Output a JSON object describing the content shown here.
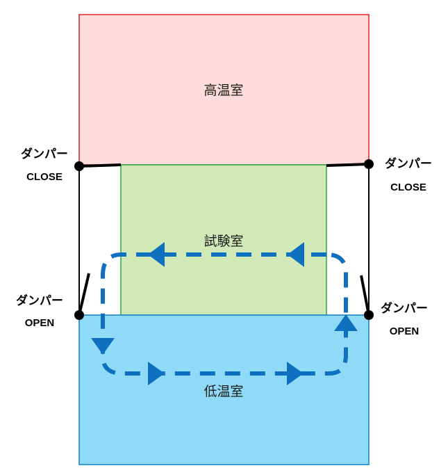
{
  "rooms": {
    "high_temp": {
      "label": "高温室",
      "fill": "#ffdcdc",
      "stroke": "#e02020"
    },
    "test": {
      "label": "試験室",
      "fill": "#d1e9b7",
      "stroke": "#28a745"
    },
    "low_temp": {
      "label": "低温室",
      "fill": "#8fdaf6",
      "stroke": "#0f80c8"
    }
  },
  "dampers": {
    "upper_left": {
      "title": "ダンパー",
      "state": "CLOSE"
    },
    "upper_right": {
      "title": "ダンパー",
      "state": "CLOSE"
    },
    "lower_left": {
      "title": "ダンパー",
      "state": "OPEN"
    },
    "lower_right": {
      "title": "ダンパー",
      "state": "OPEN"
    }
  },
  "colors": {
    "airflow": "#0f70c0",
    "damper": "#000000"
  }
}
